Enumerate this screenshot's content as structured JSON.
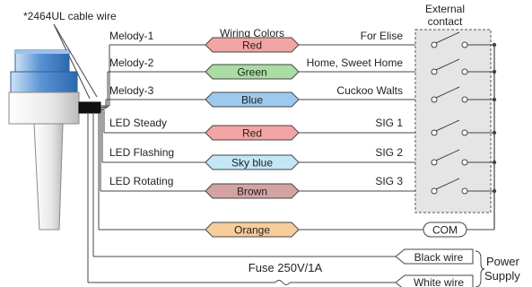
{
  "header": {
    "cable_note": "*2464UL cable wire",
    "wiring_colors_title": "Wiring Colors",
    "external_contact_line1": "External",
    "external_contact_line2": "contact"
  },
  "wires": [
    {
      "label": "Melody-1",
      "color_name": "Red",
      "fill": "#f3a4a4",
      "signal": "For Elise"
    },
    {
      "label": "Melody-2",
      "color_name": "Green",
      "fill": "#a9dda3",
      "signal": "Home, Sweet Home"
    },
    {
      "label": "Melody-3",
      "color_name": "Blue",
      "fill": "#9ec9ee",
      "signal": "Cuckoo Walts"
    },
    {
      "label": "LED Steady",
      "color_name": "Red",
      "fill": "#f3a4a4",
      "signal": "SIG 1"
    },
    {
      "label": "LED Flashing",
      "color_name": "Sky blue",
      "fill": "#c3e6f7",
      "signal": "SIG 2"
    },
    {
      "label": "LED Rotating",
      "color_name": "Brown",
      "fill": "#d3a3a3",
      "signal": "SIG 3"
    }
  ],
  "common": {
    "color_name": "Orange",
    "fill": "#f7cd9c",
    "label": "COM"
  },
  "power": {
    "black_wire": "Black wire",
    "white_wire": "White wire",
    "fuse": "Fuse 250V/1A",
    "supply_line1": "Power",
    "supply_line2": "Supply"
  },
  "colors": {
    "line": "#444444",
    "contact_box_fill": "#e5e5e5",
    "device_blue": "#3f7fc9",
    "device_body": "#f2f2f2"
  }
}
